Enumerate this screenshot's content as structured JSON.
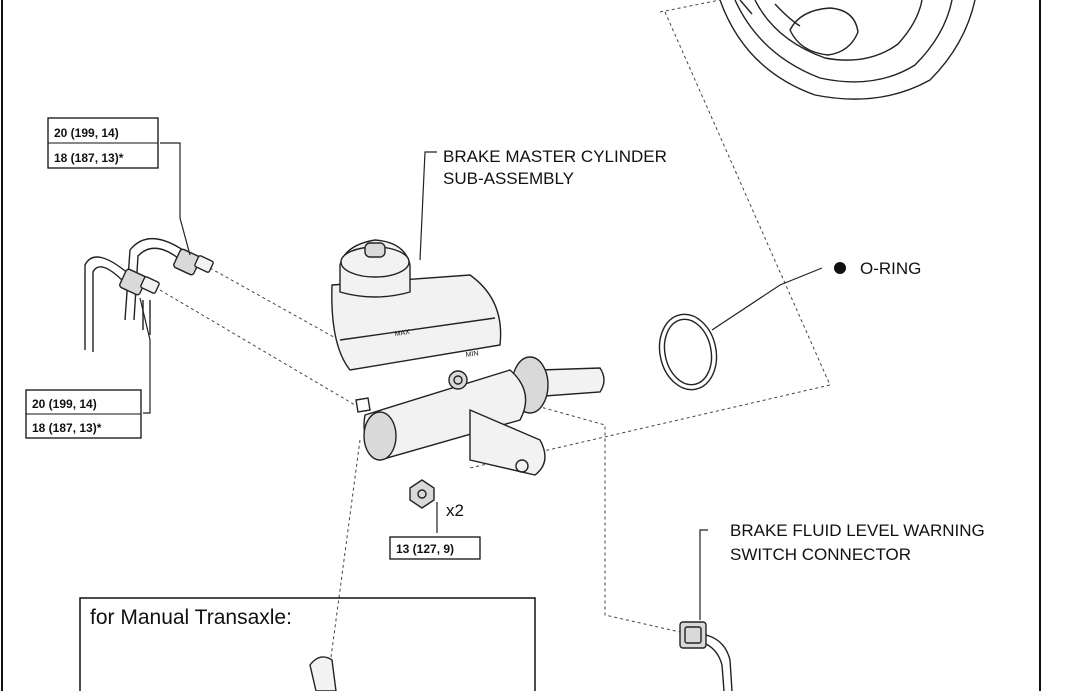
{
  "labels": {
    "master_cylinder_line1": "BRAKE MASTER CYLINDER",
    "master_cylinder_line2": "SUB-ASSEMBLY",
    "o_ring": "O-RING",
    "warning_switch_line1": "BRAKE FLUID LEVEL WARNING",
    "warning_switch_line2": "SWITCH CONNECTOR",
    "manual_transaxle": "for Manual Transaxle:",
    "nut_quantity": "x2",
    "reservoir_max": "MAX",
    "reservoir_min": "MIN"
  },
  "torque_specs": {
    "upper_line1": "20 (199, 14)",
    "upper_line2": "18 (187, 13)*",
    "lower_line1": "20 (199, 14)",
    "lower_line2": "18 (187, 13)*",
    "nut": "13 (127, 9)"
  },
  "markers": {
    "o_ring_marker": "non-reusable-part-dot"
  }
}
